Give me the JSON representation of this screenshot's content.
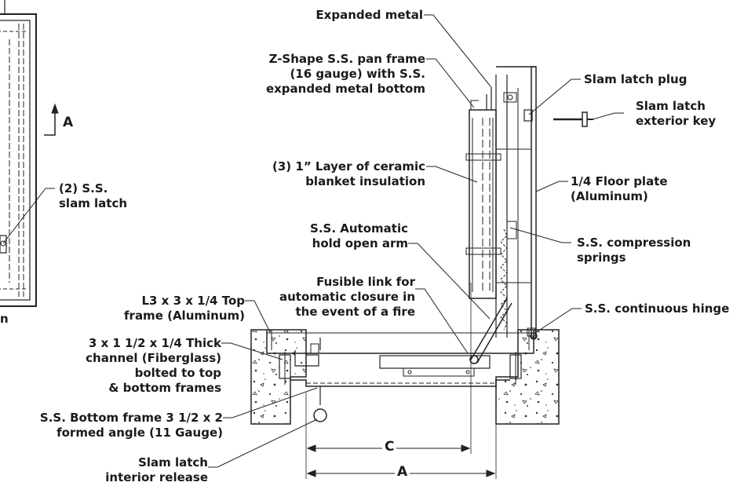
{
  "labels": {
    "expanded_metal": "Expanded metal",
    "pan_frame_1": "Z-Shape S.S. pan frame",
    "pan_frame_2": "(16 gauge) with S.S.",
    "pan_frame_3": "expanded metal bottom",
    "insulation_1": "(3) 1” Layer of ceramic",
    "insulation_2": "blanket insulation",
    "hold_open_1": "S.S. Automatic",
    "hold_open_2": "hold open arm",
    "fusible_1": "Fusible link for",
    "fusible_2": "automatic closure in",
    "fusible_3": "the event of a fire",
    "top_frame_1": "L3 x 3 x 1/4 Top",
    "top_frame_2": "frame (Aluminum)",
    "channel_1": "3 x 1 1/2 x 1/4 Thick",
    "channel_2": "channel (Fiberglass)",
    "channel_3": "bolted to top",
    "channel_4": "& bottom frames",
    "bottom_frame_1": "S.S. Bottom frame 3 1/2 x 2",
    "bottom_frame_2": "formed angle (11 Gauge)",
    "interior_release_1": "Slam latch",
    "interior_release_2": "interior release",
    "slam_plug": "Slam latch plug",
    "exterior_key_1": "Slam latch",
    "exterior_key_2": "exterior key",
    "floor_plate_1": "1/4 Floor plate",
    "floor_plate_2": "(Aluminum)",
    "springs_1": "S.S. compression",
    "springs_2": "springs",
    "hinge": "S.S. continuous hinge",
    "slam_latch_1": "(2) S.S.",
    "slam_latch_2": "slam latch",
    "section_marker": "A",
    "dim_c": "C",
    "dim_a": "A",
    "partial_n": "n"
  }
}
